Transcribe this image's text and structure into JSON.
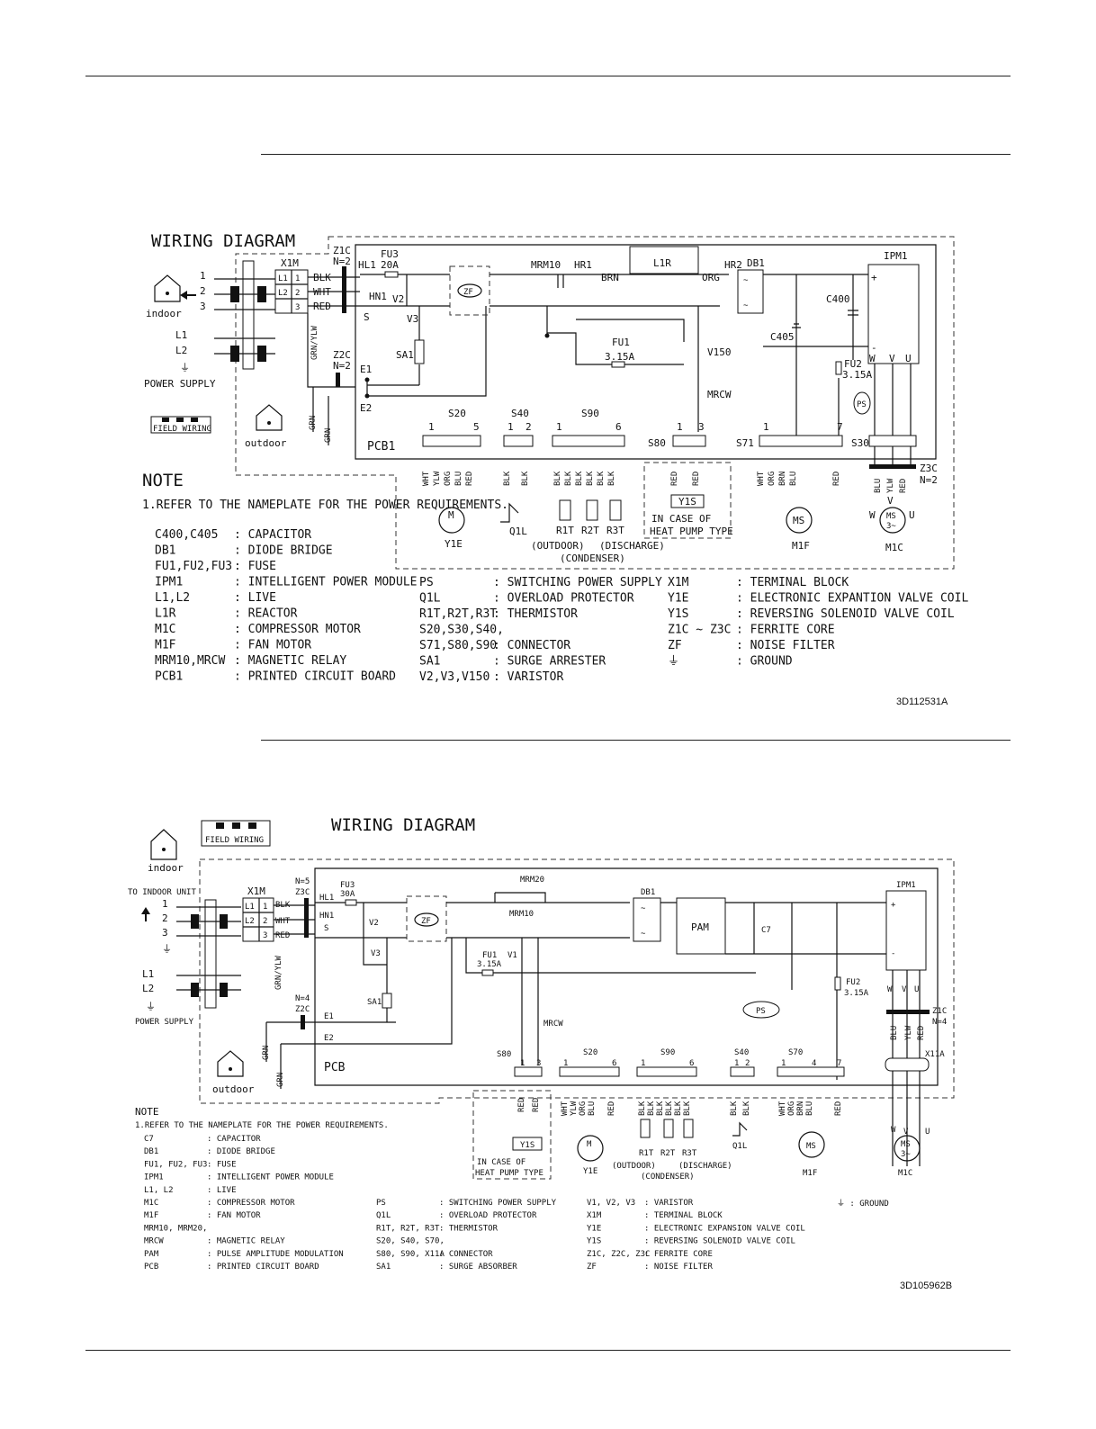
{
  "diagram1": {
    "title": "WIRING DIAGRAM",
    "code": "3D112531A",
    "indoor_label": "indoor",
    "outdoor_label": "outdoor",
    "power_supply": "POWER SUPPLY",
    "field_wiring": "FIELD WIRING",
    "pcb_label": "PCB1",
    "terminal_block": "X1M",
    "terminals": [
      "L1",
      "L2",
      "1",
      "2",
      "3"
    ],
    "wire_colors": [
      "BLK",
      "WHT",
      "RED"
    ],
    "components": [
      "Z1C N=2",
      "Z2C N=2",
      "FU3 20A",
      "HL1",
      "HN1",
      "S",
      "V2",
      "V3",
      "SA1",
      "E1",
      "E2",
      "ZF",
      "MRM10",
      "HR1",
      "BRN",
      "L1R",
      "ORG",
      "HR2",
      "DB1",
      "IPM1",
      "C400",
      "C405",
      "FU1 3.15A",
      "V150",
      "MRCW",
      "FU2 3.15A",
      "PS",
      "Z3C N=2"
    ],
    "connectors": [
      "S20",
      "S40",
      "S90",
      "S80",
      "S71",
      "S30"
    ],
    "devices": [
      "Y1E",
      "Q1L",
      "R1T",
      "R2T",
      "R3T",
      "Y1S",
      "M1F",
      "M1C"
    ],
    "captions": [
      "(OUTDOOR)",
      "(DISCHARGE)",
      "(CONDENSER)",
      "IN CASE OF",
      "HEAT PUMP TYPE"
    ],
    "note_title": "NOTE",
    "note_line": "1.REFER TO THE NAMEPLATE FOR THE POWER REQUIREMENTS.",
    "legend_col1": [
      {
        "k": "C400,C405",
        "v": "CAPACITOR"
      },
      {
        "k": "DB1",
        "v": "DIODE BRIDGE"
      },
      {
        "k": "FU1,FU2,FU3",
        "v": "FUSE"
      },
      {
        "k": "IPM1",
        "v": "INTELLIGENT POWER MODULE"
      },
      {
        "k": "L1,L2",
        "v": "LIVE"
      },
      {
        "k": "L1R",
        "v": "REACTOR"
      },
      {
        "k": "M1C",
        "v": "COMPRESSOR MOTOR"
      },
      {
        "k": "M1F",
        "v": "FAN MOTOR"
      },
      {
        "k": "MRM10,MRCW",
        "v": "MAGNETIC RELAY"
      },
      {
        "k": "PCB1",
        "v": "PRINTED CIRCUIT BOARD"
      }
    ],
    "legend_col2": [
      {
        "k": "PS",
        "v": "SWITCHING POWER SUPPLY"
      },
      {
        "k": "Q1L",
        "v": "OVERLOAD PROTECTOR"
      },
      {
        "k": "R1T,R2T,R3T",
        "v": "THERMISTOR"
      },
      {
        "k": "S20,S30,S40,",
        "v": ""
      },
      {
        "k": "S71,S80,S90",
        "v": "CONNECTOR"
      },
      {
        "k": "SA1",
        "v": "SURGE ARRESTER"
      },
      {
        "k": "V2,V3,V150",
        "v": "VARISTOR"
      }
    ],
    "legend_col3": [
      {
        "k": "X1M",
        "v": "TERMINAL BLOCK"
      },
      {
        "k": "Y1E",
        "v": "ELECTRONIC EXPANTION VALVE COIL"
      },
      {
        "k": "Y1S",
        "v": "REVERSING SOLENOID VALVE COIL"
      },
      {
        "k": "Z1C ~ Z3C",
        "v": "FERRITE CORE"
      },
      {
        "k": "ZF",
        "v": "NOISE FILTER"
      },
      {
        "k": "⏚",
        "v": "GROUND"
      }
    ]
  },
  "diagram2": {
    "title": "WIRING DIAGRAM",
    "code": "3D105962B",
    "indoor_label": "indoor",
    "outdoor_label": "outdoor",
    "to_indoor": "TO INDOOR UNIT",
    "power_supply": "POWER SUPPLY",
    "field_wiring": "FIELD WIRING",
    "pcb_label": "PCB",
    "terminal_block": "X1M",
    "components": [
      "N=5 Z3C",
      "FU3 30A",
      "HL1",
      "HN1",
      "S",
      "V2",
      "V3",
      "SA1",
      "N=4 Z2C",
      "E1",
      "E2",
      "ZF",
      "MRM20",
      "MRM10",
      "DB1",
      "PAM",
      "C7",
      "IPM1",
      "FU1 3.15A",
      "V1",
      "MRCW",
      "PS",
      "FU2 3.15A",
      "Z1C N=4",
      "X11A"
    ],
    "connectors": [
      "S80",
      "S20",
      "S90",
      "S40",
      "S70"
    ],
    "devices": [
      "Y1S",
      "Y1E",
      "R1T",
      "R2T",
      "R3T",
      "Q1L",
      "M1F",
      "M1C"
    ],
    "captions": [
      "(OUTDOOR)",
      "(DISCHARGE)",
      "(CONDENSER)",
      "IN CASE OF",
      "HEAT PUMP TYPE"
    ],
    "note_title": "NOTE",
    "note_line": "1.REFER TO THE NAMEPLATE FOR THE POWER REQUIREMENTS.",
    "legend_col1": [
      {
        "k": "C7",
        "v": "CAPACITOR"
      },
      {
        "k": "DB1",
        "v": "DIODE BRIDGE"
      },
      {
        "k": "FU1, FU2, FU3",
        "v": "FUSE"
      },
      {
        "k": "IPM1",
        "v": "INTELLIGENT POWER MODULE"
      },
      {
        "k": "L1, L2",
        "v": "LIVE"
      },
      {
        "k": "M1C",
        "v": "COMPRESSOR MOTOR"
      },
      {
        "k": "M1F",
        "v": "FAN MOTOR"
      },
      {
        "k": "MRM10, MRM20,",
        "v": ""
      },
      {
        "k": "MRCW",
        "v": "MAGNETIC RELAY"
      },
      {
        "k": "PAM",
        "v": "PULSE AMPLITUDE MODULATION"
      },
      {
        "k": "PCB",
        "v": "PRINTED CIRCUIT BOARD"
      }
    ],
    "legend_col2": [
      {
        "k": "PS",
        "v": "SWITCHING POWER SUPPLY"
      },
      {
        "k": "Q1L",
        "v": "OVERLOAD PROTECTOR"
      },
      {
        "k": "R1T, R2T, R3T",
        "v": "THERMISTOR"
      },
      {
        "k": "S20, S40, S70,",
        "v": ""
      },
      {
        "k": "S80, S90, X11A",
        "v": "CONNECTOR"
      },
      {
        "k": "SA1",
        "v": "SURGE ABSORBER"
      }
    ],
    "legend_col3": [
      {
        "k": "V1, V2, V3",
        "v": "VARISTOR"
      },
      {
        "k": "X1M",
        "v": "TERMINAL BLOCK"
      },
      {
        "k": "Y1E",
        "v": "ELECTRONIC EXPANSION VALVE COIL"
      },
      {
        "k": "Y1S",
        "v": "REVERSING SOLENOID VALVE COIL"
      },
      {
        "k": "Z1C, Z2C, Z3C",
        "v": "FERRITE CORE"
      },
      {
        "k": "ZF",
        "v": "NOISE FILTER"
      }
    ],
    "ground_note": "⏚ : GROUND"
  }
}
